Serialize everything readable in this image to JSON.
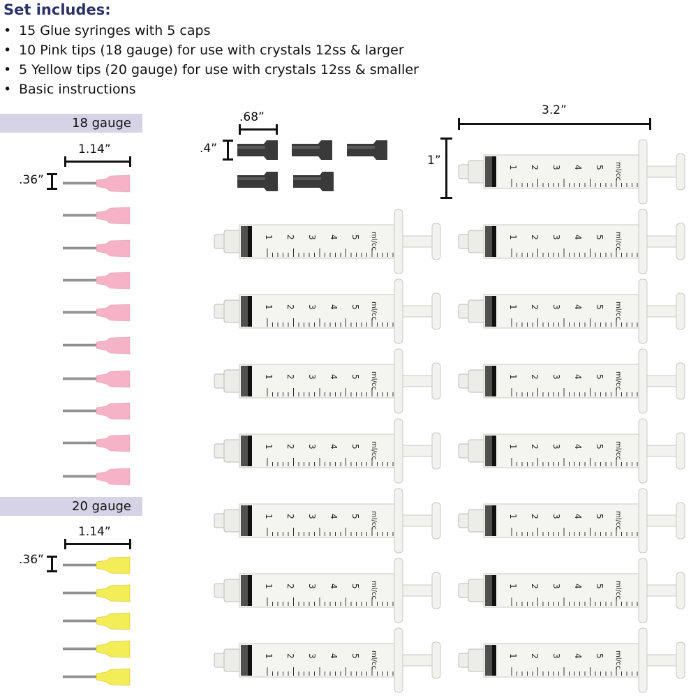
{
  "header": {
    "title": "Set includes:",
    "items": [
      "15 Glue syringes with 5 caps",
      "10 Pink tips (18 gauge) for use with crystals 12ss & larger",
      "5 Yellow tips (20 gauge) for use with crystals 12ss & smaller",
      "Basic instructions"
    ]
  },
  "pink_tips": {
    "label": "18 gauge",
    "length": "1.14”",
    "height": ".36”",
    "count": 10,
    "color": "#f6b3c8"
  },
  "yellow_tips": {
    "label": "20 gauge",
    "length": "1.14”",
    "height": ".36”",
    "count": 5,
    "color": "#f3ee58"
  },
  "caps": {
    "length": ".68”",
    "height": ".4”",
    "count": 5,
    "color": "#3a3a3a"
  },
  "syringes": {
    "length": "3.2”",
    "height": "1”",
    "count": 15,
    "scale": [
      "1",
      "2",
      "3",
      "4",
      "5"
    ],
    "unit": "ml/cc"
  },
  "colors": {
    "title": "#2b3066",
    "band": "#d6d3e6"
  }
}
